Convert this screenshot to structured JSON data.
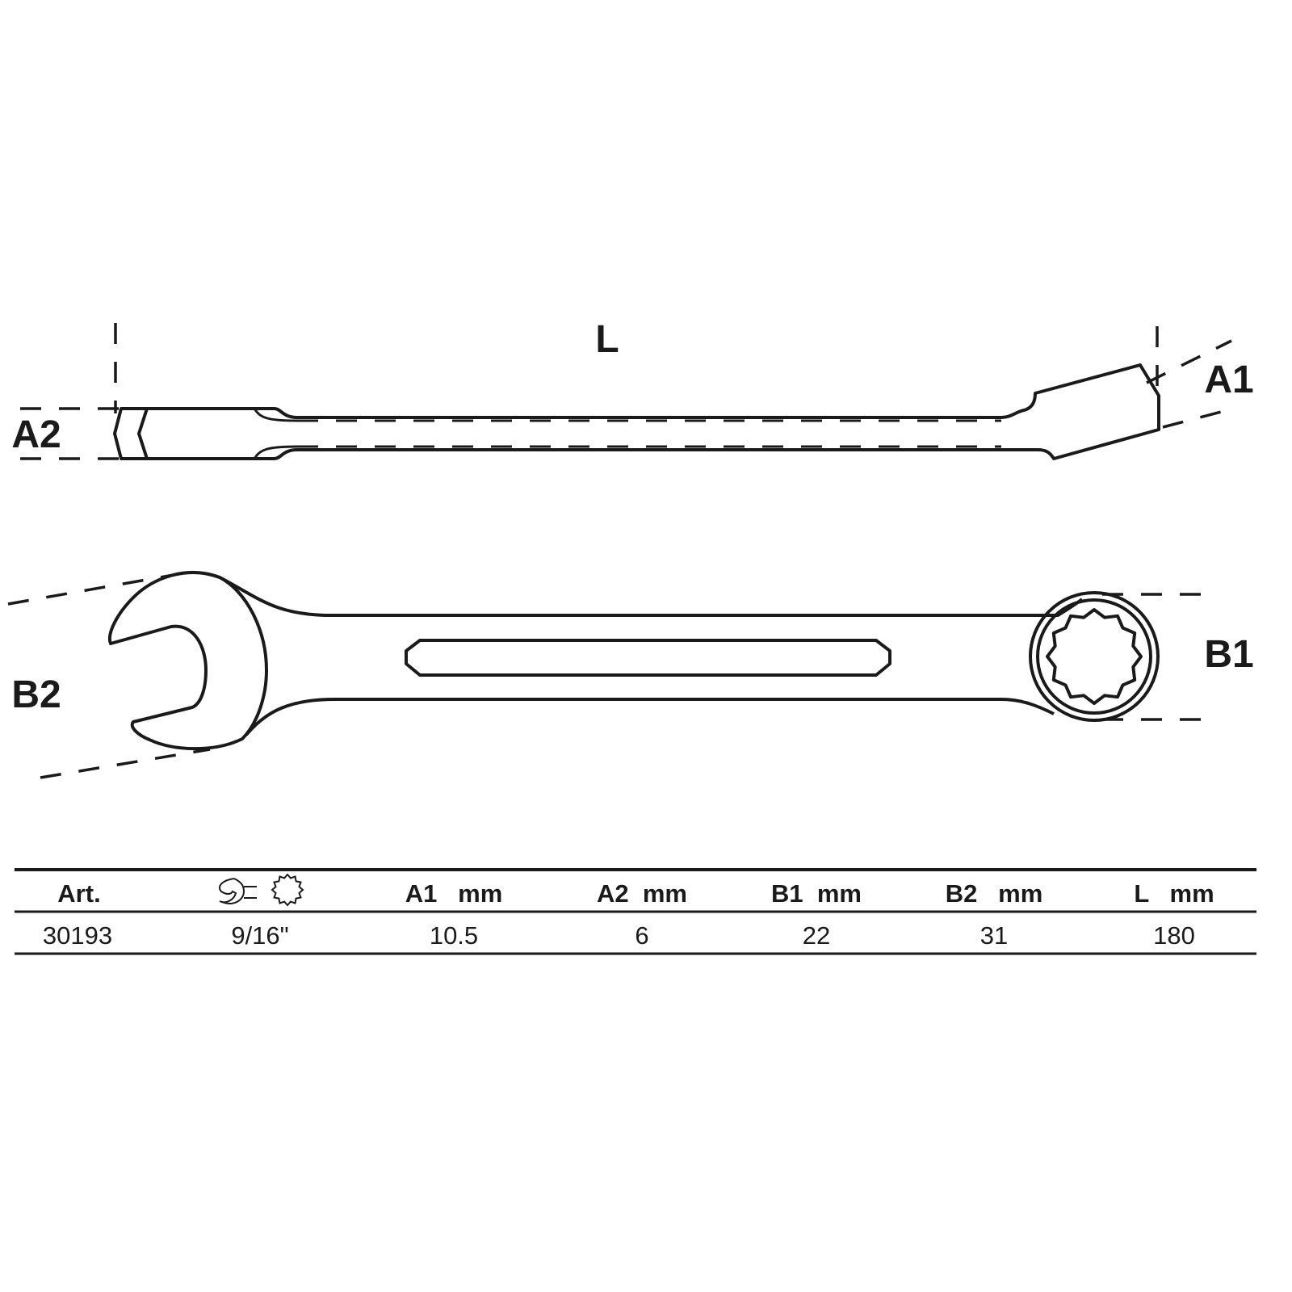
{
  "labels": {
    "L": "L",
    "A1": "A1",
    "A2": "A2",
    "B1": "B1",
    "B2": "B2"
  },
  "table": {
    "headers": [
      "Art.",
      "",
      "A1   mm",
      "A2  mm",
      "B1  mm",
      "B2   mm",
      "L   mm"
    ],
    "header_icons": [
      "open-end-wrench-icon",
      "12-point-ring-icon"
    ],
    "rows": [
      [
        "30193",
        "9/16\"",
        "10.5",
        "6",
        "22",
        "31",
        "180"
      ]
    ]
  },
  "colors": {
    "line": "#1a1a1a",
    "background": "#ffffff"
  }
}
